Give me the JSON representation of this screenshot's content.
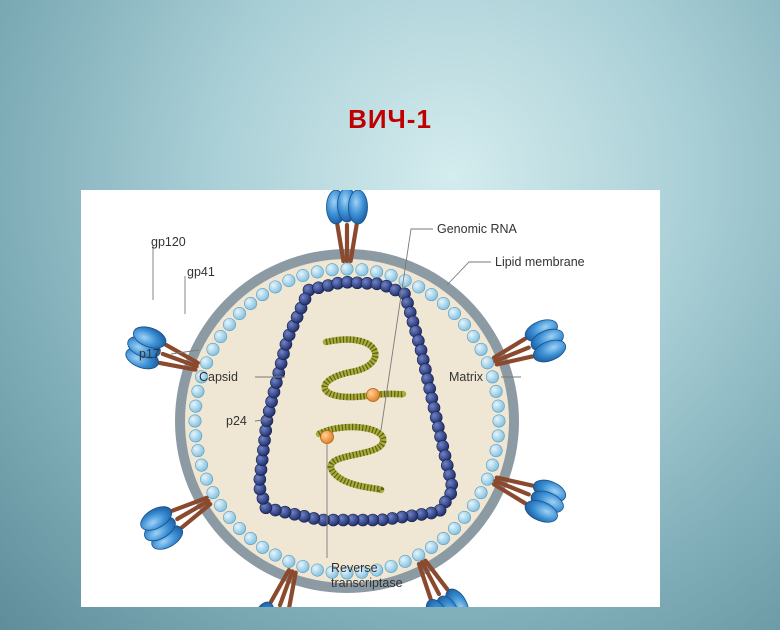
{
  "slide": {
    "title": "ВИЧ-1"
  },
  "diagram": {
    "labels": {
      "gp120": "gp120",
      "gp41": "gp41",
      "p17": "p17",
      "capsid": "Capsid",
      "p24": "p24",
      "genomic_rna": "Genomic RNA",
      "lipid_membrane": "Lipid membrane",
      "matrix": "Matrix",
      "reverse_transcriptase_1": "Reverse",
      "reverse_transcriptase_2": "transcriptase"
    },
    "colors": {
      "slide_title": "#c00000",
      "lipid_membrane": "#8c9aa3",
      "virion_interior": "#efe7d3",
      "matrix_beads": "#a8d6ec",
      "capsid_beads": "#2d3f82",
      "rna_helix": "#a9ac3a",
      "reverse_transcriptase": "#ef9a3a",
      "gp41_stalk": "#8b4a2e",
      "gp120_knob": "#3a8fd4"
    }
  }
}
